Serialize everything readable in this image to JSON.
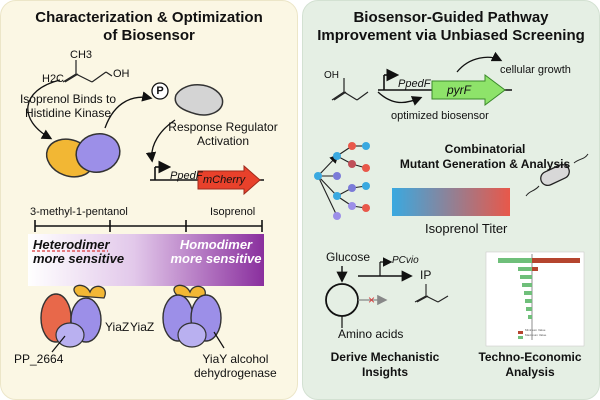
{
  "left": {
    "title_line1": "Characterization & Optimization",
    "title_line2": "of Biosensor",
    "isoprenol_binds_line1": "Isoprenol Binds to",
    "isoprenol_binds_line2": "Histidine Kinase",
    "phospho_symbol": "P",
    "response_regulator_line1": "Response Regulator",
    "response_regulator_line2": "Activation",
    "promoter_label": "PpedF",
    "reporter_gene": "mCherry",
    "ligand_left": "3-methyl-1-pentanol",
    "ligand_right": "Isoprenol",
    "heterodimer_line1": "Heterodimer",
    "heterodimer_line2": "more sensitive",
    "homodimer_line1": "Homodimer",
    "homodimer_line2": "more sensitive",
    "protein_yiaz_left": "YiaZ",
    "protein_pp2664": "PP_2664",
    "protein_yiaz_right": "YiaZ",
    "protein_yiay_line1": "YiaY alcohol",
    "protein_yiay_line2": "dehydrogenase",
    "molecule_ch3": "CH3",
    "molecule_h2c": "H2C",
    "molecule_oh": "OH"
  },
  "right": {
    "title_line1": "Biosensor-Guided Pathway",
    "title_line2": "Improvement via Unbiased Screening",
    "promoter_label": "PpedF",
    "gene_label": "pyrF",
    "cellular_growth": "cellular growth",
    "optimized_biosensor": "optimized biosensor",
    "molecule_oh": "OH",
    "combinatorial_line1": "Combinatorial",
    "combinatorial_line2": "Mutant Generation & Analysis",
    "titer_label": "Isoprenol Titer",
    "glucose": "Glucose",
    "promoter_cvio": "PCvio",
    "ip_label": "IP",
    "amino_acids": "Amino acids",
    "derive_line1": "Derive Mechanistic",
    "derive_line2": "Insights",
    "techno_line1": "Techno-Economic",
    "techno_line2": "Analysis",
    "legend_min": "Minimum Value",
    "legend_max": "Maximum Value"
  },
  "colors": {
    "left_bg": "#fbf7e4",
    "right_bg": "#e5efe4",
    "kinase_yellow": "#f2b734",
    "kinase_purple": "#9c8fe8",
    "mcherry_red": "#e8412b",
    "pyrf_green": "#8ee36a",
    "gradient_hetero": "#ffffff",
    "gradient_homo": "#8a2f9e",
    "titer_blue": "#3aa9e0",
    "titer_red": "#e8584a",
    "pp2664_orange": "#e8684a",
    "tea_green": "#6fbf7a",
    "tea_red": "#b5452f"
  }
}
